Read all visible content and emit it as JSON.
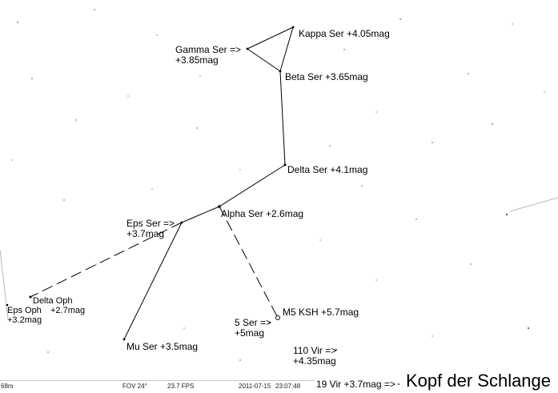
{
  "sky": {
    "title": "Kopf der Schlange",
    "stars": [
      {
        "id": "kappa",
        "lines": [
          "Kappa Ser +4.05mag"
        ]
      },
      {
        "id": "gamma",
        "lines": [
          "Gamma Ser =>",
          "+3.85mag"
        ]
      },
      {
        "id": "beta",
        "lines": [
          "Beta Ser +3.65mag"
        ]
      },
      {
        "id": "delta",
        "lines": [
          "Delta Ser +4.1mag"
        ]
      },
      {
        "id": "alpha",
        "lines": [
          "Alpha Ser +2.6mag"
        ]
      },
      {
        "id": "eps",
        "lines": [
          "Eps Ser =>",
          "+3.7mag"
        ]
      },
      {
        "id": "mu",
        "lines": [
          "Mu Ser +3.5mag"
        ]
      },
      {
        "id": "m5",
        "lines": [
          "M5 KSH +5.7mag"
        ]
      },
      {
        "id": "five",
        "lines": [
          "5 Ser =>",
          "+5mag"
        ]
      },
      {
        "id": "vir110",
        "lines": [
          "110 Vir =>",
          "+4.35mag"
        ]
      },
      {
        "id": "deltaoph",
        "lines": [
          "Delta Oph",
          "+2.7mag"
        ]
      },
      {
        "id": "epsoph",
        "lines": [
          "Eps Oph",
          "+3.2mag"
        ]
      },
      {
        "id": "vir19",
        "lines": [
          "19 Vir +3.7mag =>"
        ]
      }
    ]
  },
  "statusbar": {
    "altitude": "68m",
    "fov": "FOV 24°",
    "fps": "23.7 FPS",
    "date": "2011-07-15",
    "time": "23:07:48"
  }
}
